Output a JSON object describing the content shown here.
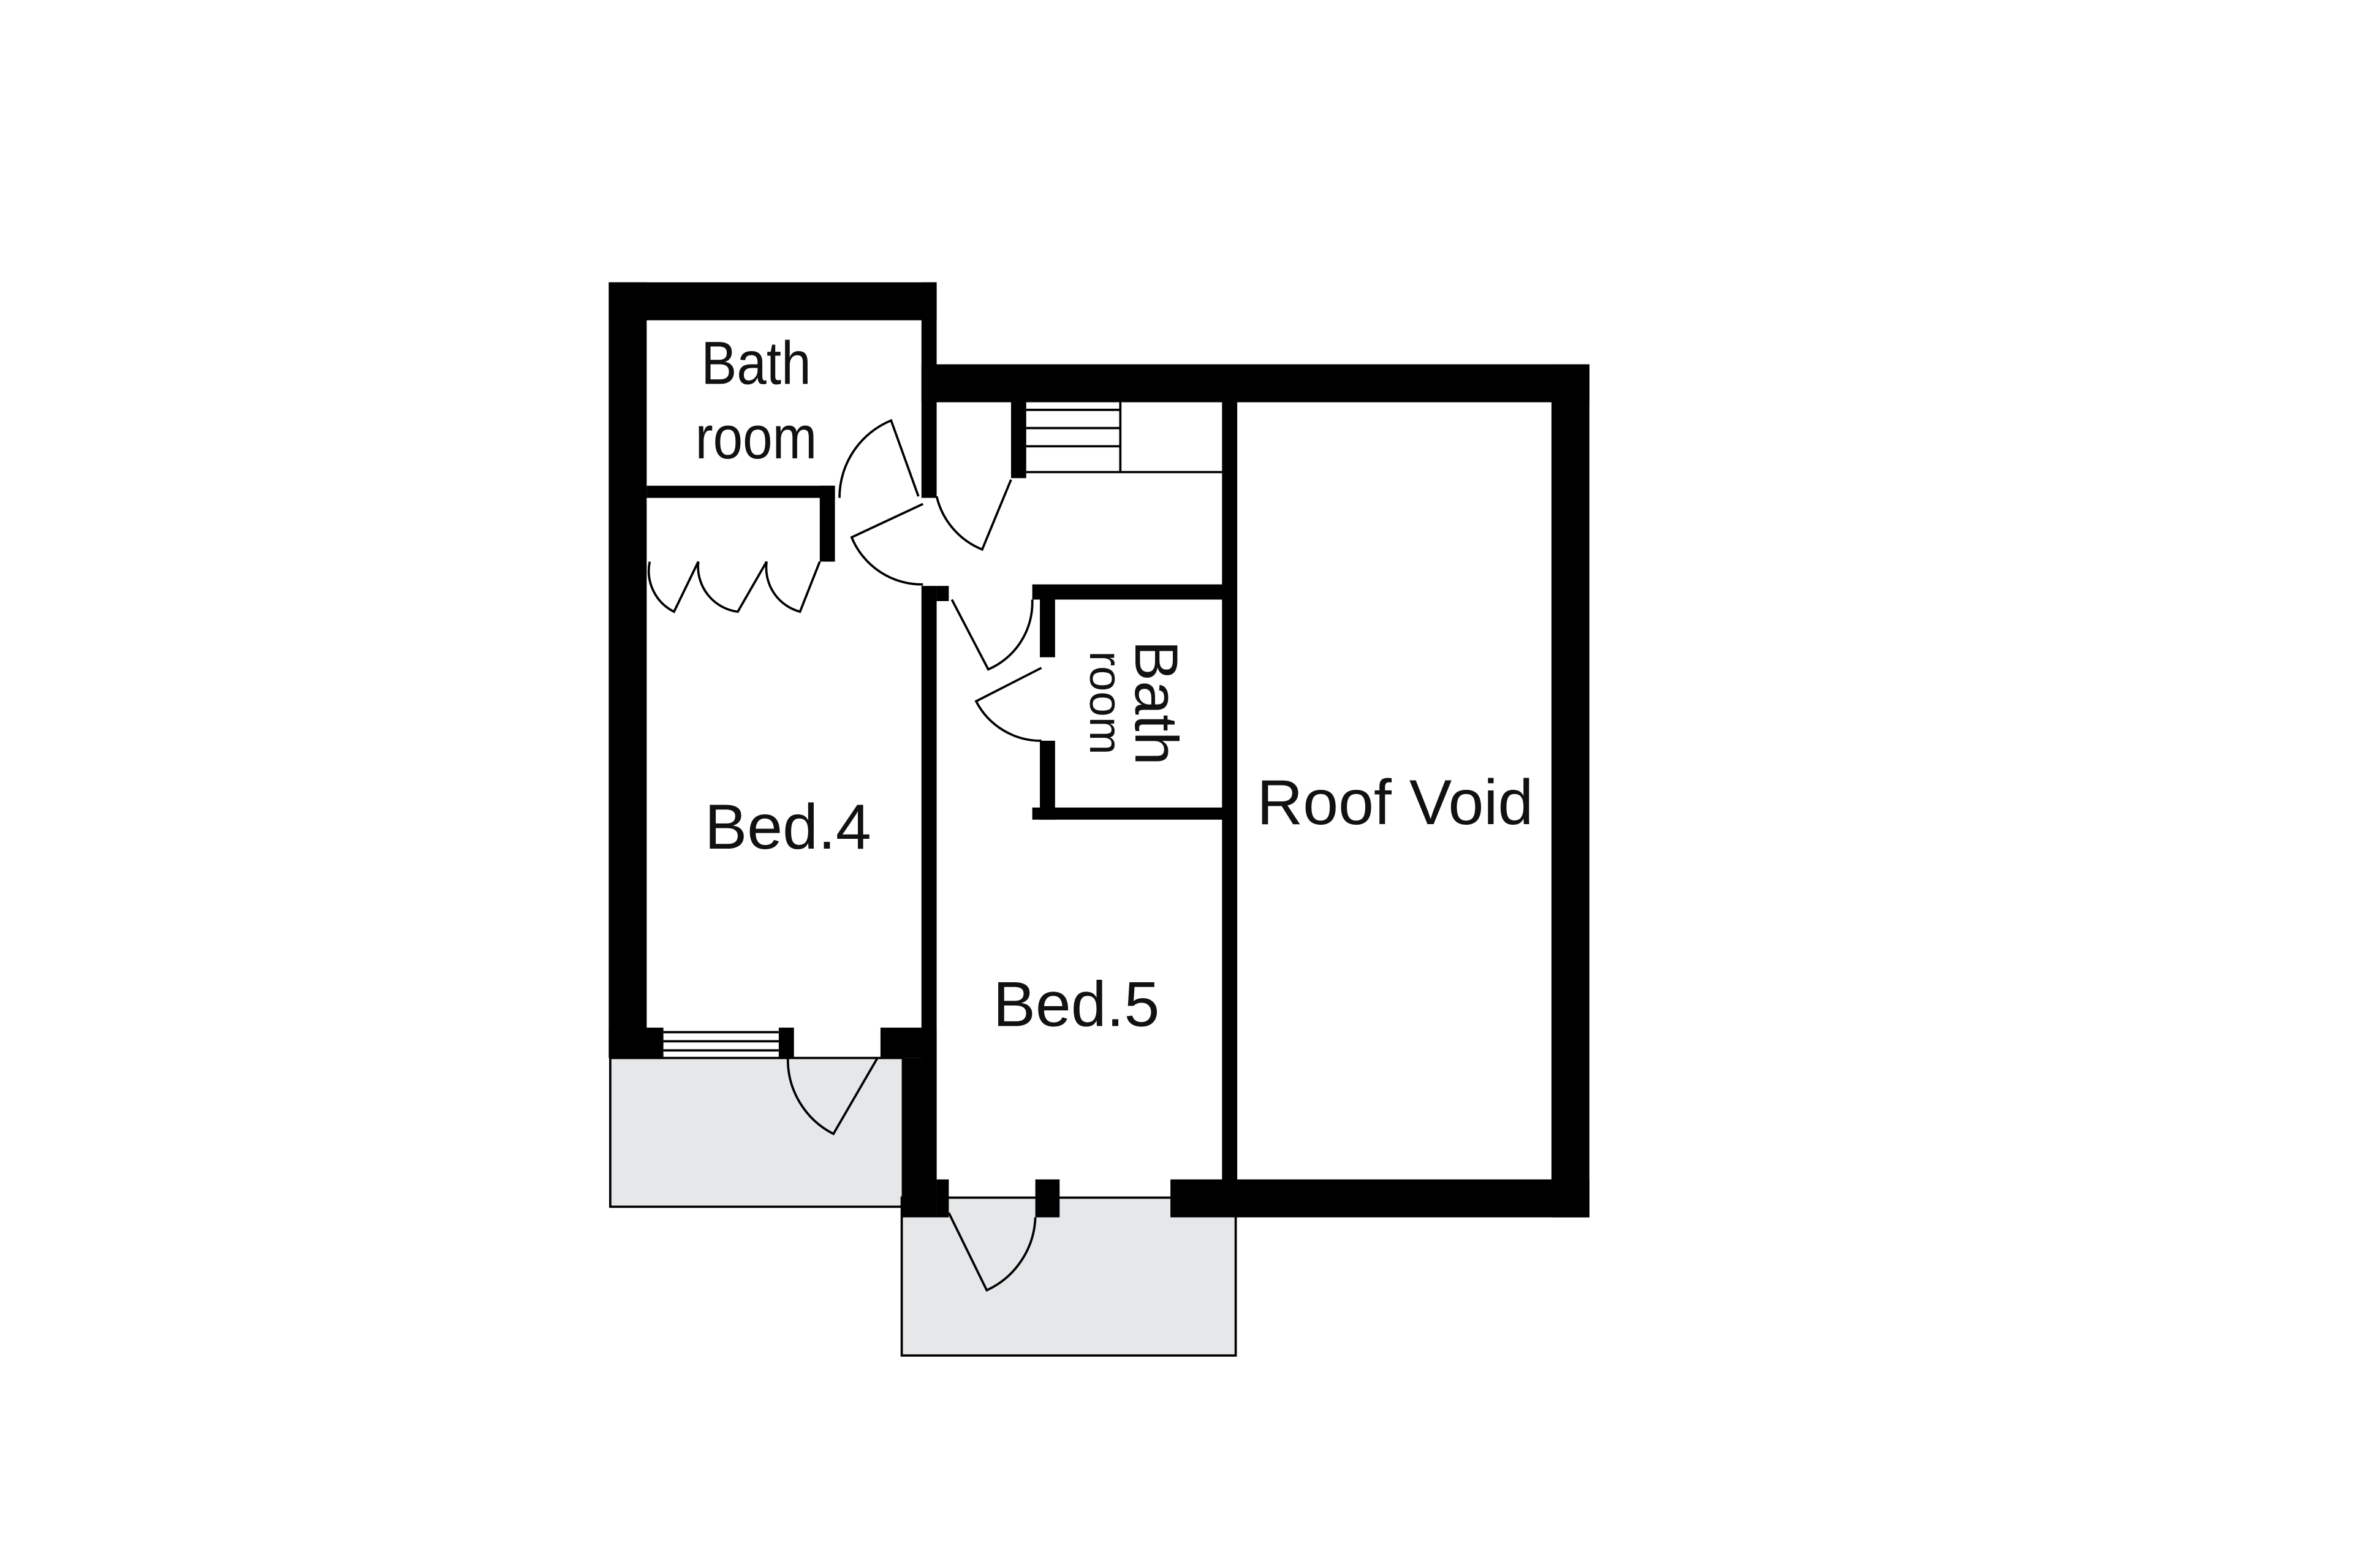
{
  "floorplan": {
    "colors": {
      "wall": "#000000",
      "balcony_fill": "#e6e7e8",
      "background": "#ffffff",
      "text": "#111111"
    },
    "rooms": [
      {
        "id": "bathroom-1",
        "label_line1": "Bath",
        "label_line2": "room"
      },
      {
        "id": "bathroom-2",
        "label_line1": "Bath",
        "label_line2": "room",
        "rotated": 90
      },
      {
        "id": "bed-4",
        "label": "Bed.4"
      },
      {
        "id": "bed-5",
        "label": "Bed.5"
      },
      {
        "id": "roof-void",
        "label": "Roof Void"
      }
    ],
    "features": [
      "stairs",
      "balcony-bed4",
      "balcony-bed5",
      "wardrobe-bifold-doors",
      "sliding-window"
    ]
  }
}
